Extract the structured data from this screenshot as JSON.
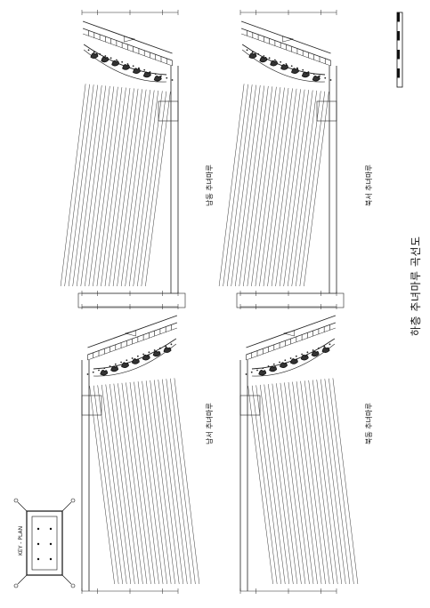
{
  "drawing": {
    "main_title": "하층 추녀마루 곡선도",
    "key_plan_label": "KEY - PLAN",
    "sections": [
      {
        "id": "south-east",
        "label": "남동 추녀마루"
      },
      {
        "id": "north-west",
        "label": "북서 추녀마루"
      },
      {
        "id": "south-west",
        "label": "남서 추녀마루"
      },
      {
        "id": "north-east",
        "label": "북동 추녀마루"
      }
    ]
  }
}
